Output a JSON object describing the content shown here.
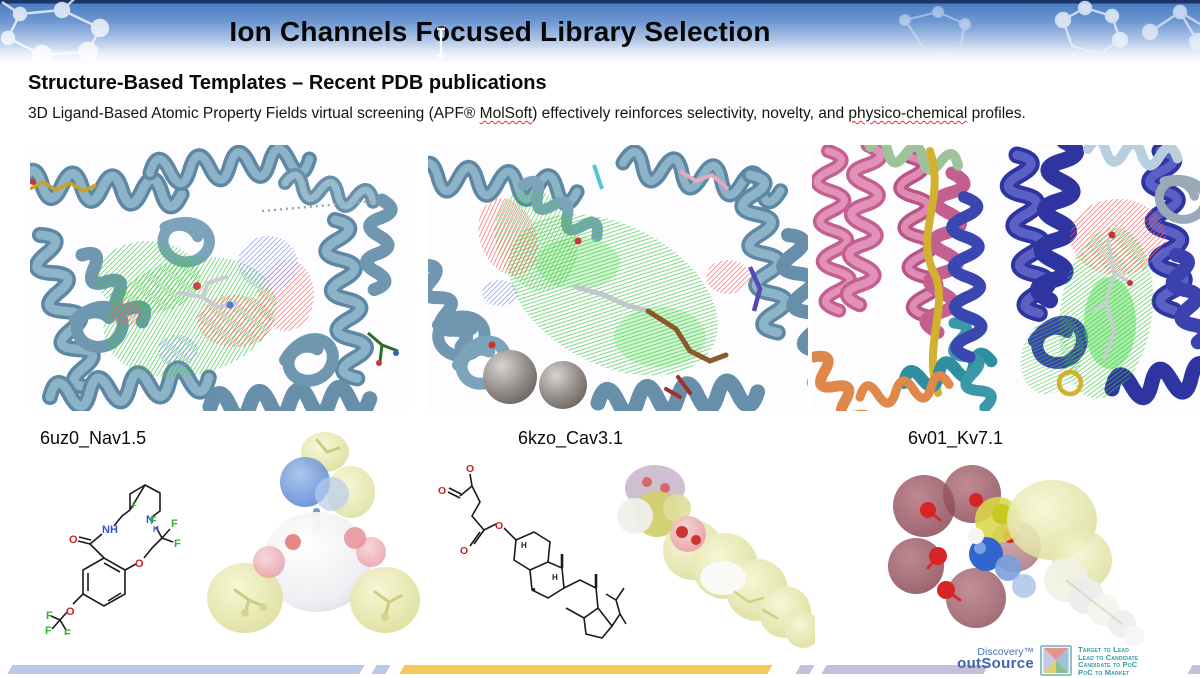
{
  "slide": {
    "title": "Ion Channels Focused Library Selection",
    "heading": "Structure-Based Templates – Recent PDB publications",
    "description": {
      "part1": "3D Ligand-Based Atomic Property Fields virtual screening (APF® ",
      "flagged1": "MolSoft",
      "part2": ") effectively reinforces selectivity, novelty, and ",
      "flagged2": "physico-chemical",
      "part3": " profiles."
    },
    "panels": [
      {
        "pdb_label": "6uz0_Nav1.5"
      },
      {
        "pdb_label": "6kzo_Cav3.1"
      },
      {
        "pdb_label": "6v01_Kv7.1"
      }
    ]
  },
  "footer": {
    "brand_top": "Discovery™",
    "brand_bottom": "outSource",
    "tagline_lines": [
      "Target to Lead",
      "Lead to Candidate",
      "Candidate to PoC",
      "PoC to Market"
    ]
  },
  "colors": {
    "header_blue": "#4c7dc2",
    "stripe_blue": "#b9c8e6",
    "stripe_yellow": "#f6c95f",
    "stripe_lavender": "#c6bedd",
    "ribbon_steel_blue": "#7ea6bf",
    "ribbon_navy": "#2f35a0",
    "mesh_green": "#3ec93e",
    "mesh_red": "#ff5c5c",
    "mesh_blue": "#7d8fe8",
    "spellcheck_red": "#e03030",
    "tagline_teal": "#2f9aa8"
  }
}
